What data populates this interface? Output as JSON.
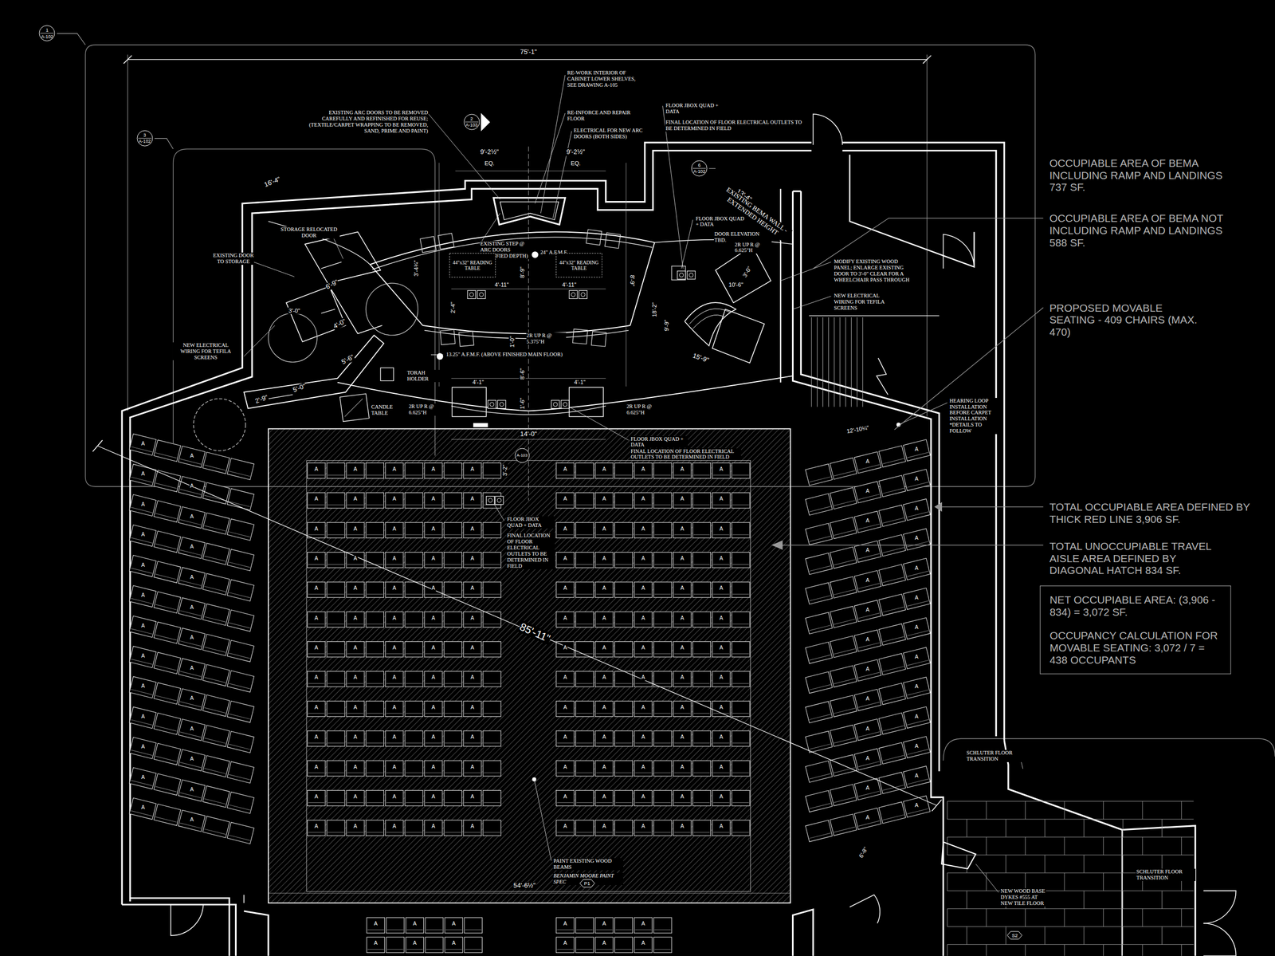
{
  "diagram": {
    "nodes": [
      {
        "text": [
          "1",
          "A-102"
        ]
      },
      {
        "text": [
          "3",
          "A-102"
        ]
      },
      {
        "text": [
          "2",
          "A-103"
        ]
      },
      {
        "text": [
          "6",
          "A-102"
        ]
      },
      {
        "text": [
          "44\"x32\" READING TABLE"
        ]
      },
      {
        "text": [
          "44\"x32\" READING TABLE"
        ]
      },
      {
        "text": [
          "A-103"
        ]
      },
      {
        "text": [
          "P1"
        ]
      },
      {
        "text": [
          "S2"
        ]
      },
      {
        "text": [
          "NET OCCUPIABLE AREA: (3,906 - 834) = 3,072 SF.",
          "OCCUPANCY CALCULATION FOR MOVABLE SEATING: 3,072 / 7 = 438 OCCUPANTS"
        ]
      }
    ],
    "labels": [
      "75'-1\"",
      "RE-WORK INTERIOR OF CABINET LOWER SHELVES, SEE DRAWING A-105",
      "RE-INFORCE AND REPAIR FLOOR",
      "ELECTRICAL FOR NEW ARC DOORS (BOTH SIDES)",
      "FLOOR JBOX QUAD + DATA",
      "FINAL LOCATION OF FLOOR ELECTRICAL OUTLETS TO BE DETERMINED IN FIELD",
      "EXISTING ARC DOORS TO BE REMOVED CAREFULLY AND REFINISHED FOR REUSE; (TEXTILE/CARPET WRAPPING TO BE REMOVED, SAND, PRIME AND PAINT)",
      "9'-2½\"",
      "EQ.",
      "9'-2½\"",
      "EQ.",
      "16'-4\"",
      "13'-4\"",
      "EXISTING BEMA WALL - EXTENDED HEIGHT",
      "FLOOR JBOX QUAD + DATA",
      "DOOR ELEVATION TBD.",
      "2R UP R @ 6.625\"H",
      "STORAGE RELOCATED DOOR",
      "EXISTING DOOR TO STORAGE",
      "EXISTING STEP @ ARC DOORS (MODIFIED DEPTH)",
      "24\" A.F.M.F.",
      "8'-9\"",
      "3'-4¾\"",
      "8'-9\"",
      "4'-11\"",
      "4'-11\"",
      "2'-4\"",
      "MODIFY EXISTING WOOD PANEL; ENLARGE EXISTING DOOR TO 3'-0\" CLEAR FOR A WHEELCHAIR PASS THROUGH",
      "NEW ELECTRICAL WIRING FOR TEFILA SCREENS",
      "10'-6\"",
      "3'-0\"",
      "18'-2\"",
      "9'-9\"",
      "2R UP R @ 5.375\"H",
      "1'-0\"",
      "13.25\" A.F.M.F. (ABOVE FINISHED MAIN FLOOR)",
      "15'-9\"",
      "NEW ELECTRICAL WIRING FOR TEFILA SCREENS",
      "6'-9\"",
      "3'-0\"",
      "4'-0\"",
      "5'-6\"",
      "5'-0\"",
      "2'-9\"",
      "TORAH HOLDER",
      "CANDLE TABLE",
      "2R UP R @ 6.625\"H",
      "8'-6\"",
      "4'-1\"",
      "4'-1\"",
      "1'-6\"",
      "2R UP R @ 6.625\"H",
      "14'-0\"",
      "FLOOR JBOX QUAD + DATA",
      "FINAL LOCATION OF FLOOR ELECTRICAL OUTLETS TO BE DETERMINED IN FIELD",
      "HEARING LOOP INSTALLATION BEFORE CARPET INSTALLATION *DETAILS TO FOLLOW",
      "12'-10¼\"",
      "3'-2\"",
      "FLOOR JBOX QUAD + DATA",
      "FINAL LOCATION OF FLOOR ELECTRICAL OUTLETS TO BE DETERMINED IN FIELD",
      "85'-11\"",
      "PAINT EXISTING WOOD BEAMS",
      "BENJAMIN MOORE PAINT SPEC",
      "54'-6½\"",
      "SCHLUTER FLOOR TRANSITION",
      "SCHLUTER FLOOR TRANSITION",
      "6'-8\"",
      "NEW WOOD BASE DYKES #555 AT NEW TILE FLOOR",
      "OCCUPIABLE AREA OF BEMA INCLUDING RAMP AND LANDINGS 737 SF.",
      "OCCUPIABLE AREA OF BEMA NOT INCLUDING RAMP AND LANDINGS 588 SF.",
      "PROPOSED MOVABLE SEATING - 409 CHAIRS (MAX. 470)",
      "TOTAL OCCUPIABLE AREA DEFINED BY THICK RED LINE 3,906 SF.",
      "TOTAL UNOCCUPIABLE TRAVEL AISLE AREA DEFINED BY DIAGONAL HATCH 834 SF.",
      "A",
      "A",
      "A",
      "A",
      "A",
      "A",
      "A",
      "A",
      "A",
      "A",
      "A",
      "A",
      "A",
      "A",
      "A",
      "A",
      "A",
      "A",
      "A",
      "A",
      "A",
      "A",
      "A",
      "A",
      "A",
      "A",
      "A",
      "A",
      "A",
      "A",
      "A",
      "A",
      "A",
      "A",
      "A",
      "A",
      "A",
      "A",
      "A",
      "A",
      "A",
      "A",
      "A",
      "A",
      "A",
      "A",
      "A",
      "A",
      "A",
      "A",
      "A",
      "A",
      "A",
      "A",
      "A",
      "A",
      "A",
      "A",
      "A",
      "A",
      "A",
      "A",
      "A",
      "A",
      "A",
      "A",
      "A",
      "A",
      "A",
      "A",
      "A",
      "A",
      "A",
      "A",
      "A",
      "A",
      "A",
      "A",
      "A",
      "A",
      "A",
      "A",
      "A",
      "A",
      "A",
      "A",
      "A",
      "A",
      "A",
      "A",
      "A",
      "A",
      "A",
      "A",
      "A",
      "A",
      "A",
      "A",
      "A",
      "A",
      "A",
      "A",
      "A",
      "A",
      "A",
      "A",
      "A",
      "A",
      "A",
      "A",
      "A",
      "A",
      "A",
      "A",
      "A",
      "A",
      "A",
      "A",
      "A",
      "A",
      "A",
      "A",
      "A",
      "A",
      "A",
      "A",
      "A",
      "A",
      "A",
      "A",
      "A",
      "A",
      "A",
      "A",
      "A",
      "A",
      "A",
      "A",
      "A",
      "A",
      "A",
      "A",
      "A",
      "A",
      "A",
      "A",
      "A",
      "A",
      "A",
      "A",
      "A",
      "A",
      "A",
      "A",
      "A",
      "A",
      "A",
      "A",
      "A",
      "A",
      "A",
      "A",
      "A",
      "A",
      "A",
      "A",
      "A",
      "A",
      "A",
      "A",
      "A",
      "A",
      "A",
      "A",
      "A",
      "A",
      "A",
      "A",
      "A",
      "A",
      "A",
      "A",
      "A",
      "A",
      "A",
      "A",
      "A",
      "A",
      "A",
      "A",
      "A",
      "A",
      "A",
      "A"
    ]
  }
}
